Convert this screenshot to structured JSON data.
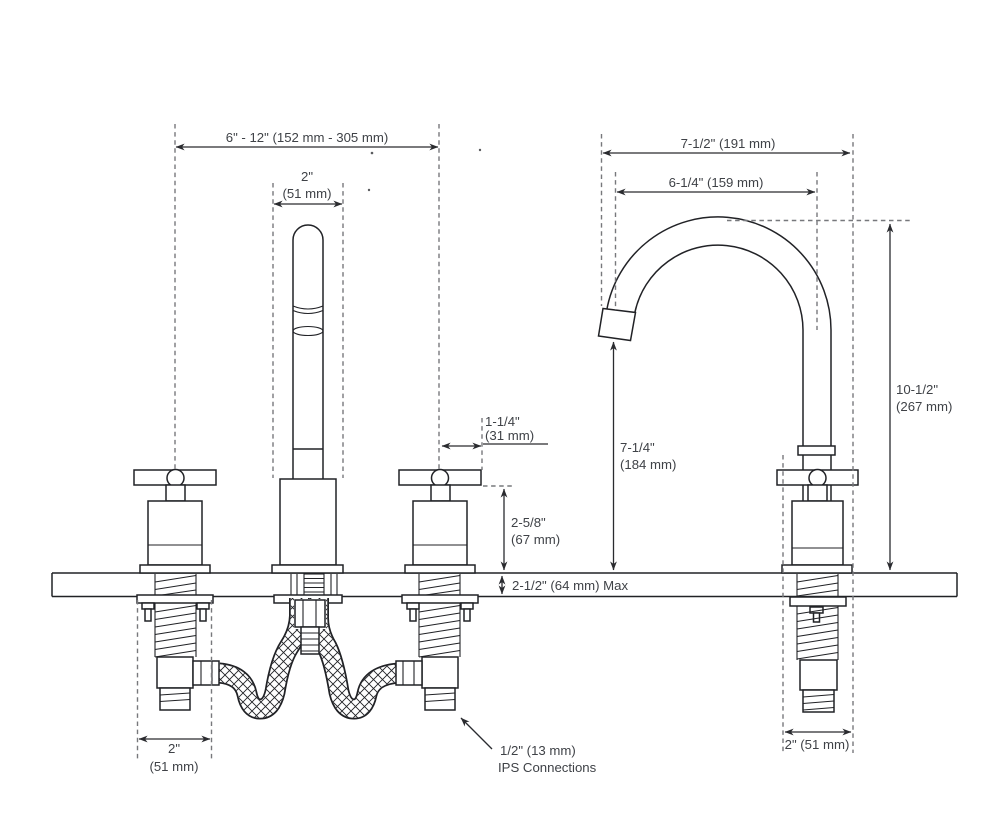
{
  "drawing": {
    "front": {
      "spread": "6\" - 12\" (152 mm - 305 mm)",
      "spout_width_in": "2\"",
      "spout_width_mm": "(51 mm)",
      "handle_radius_in": "1-1/4\"",
      "handle_radius_mm": "(31 mm)",
      "handle_height_in": "2-5/8\"",
      "handle_height_mm": "(67 mm)",
      "deck_max": "2-1/2\" (64 mm) Max",
      "shank_width_in": "2\"",
      "shank_width_mm": "(51 mm)",
      "ips_size": "1/2\" (13 mm)",
      "ips_text": "IPS Connections"
    },
    "side": {
      "reach_overall": "7-1/2\" (191 mm)",
      "reach_outlet": "6-1/4\" (159 mm)",
      "outlet_height_in": "7-1/4\"",
      "outlet_height_mm": "(184 mm)",
      "overall_height_in": "10-1/2\"",
      "overall_height_mm": "(267 mm)",
      "shank_width": "2\" (51 mm)"
    },
    "colors": {
      "line": "#212226",
      "dash": "#77787c",
      "text": "#3f4247"
    }
  }
}
